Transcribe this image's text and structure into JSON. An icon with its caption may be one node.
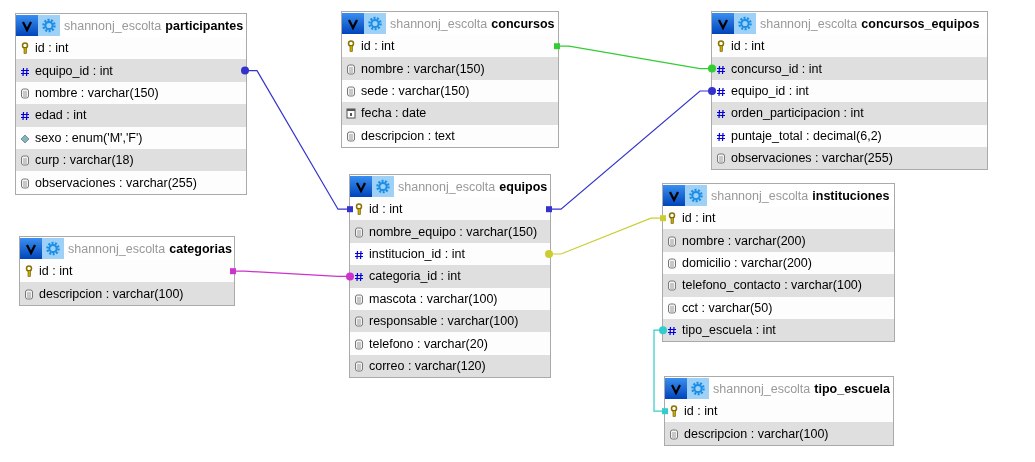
{
  "diagram": {
    "nodes": [
      {
        "text": [
          "shannonj_escolta",
          "participantes"
        ]
      },
      {
        "text": [
          "id : int"
        ],
        "in": 0
      },
      {
        "text": [
          "equipo_id : int"
        ],
        "in": 0
      },
      {
        "text": [
          "nombre : varchar(150)"
        ],
        "in": 0
      },
      {
        "text": [
          "edad : int"
        ],
        "in": 0
      },
      {
        "text": [
          "sexo : enum('M','F')"
        ],
        "in": 0
      },
      {
        "text": [
          "curp : varchar(18)"
        ],
        "in": 0
      },
      {
        "text": [
          "observaciones : varchar(255)"
        ],
        "in": 0
      },
      {
        "text": [
          "shannonj_escolta",
          "concursos"
        ]
      },
      {
        "text": [
          "id : int"
        ],
        "in": 8
      },
      {
        "text": [
          "nombre : varchar(150)"
        ],
        "in": 8
      },
      {
        "text": [
          "sede : varchar(150)"
        ],
        "in": 8
      },
      {
        "text": [
          "fecha : date"
        ],
        "in": 8
      },
      {
        "text": [
          "descripcion : text"
        ],
        "in": 8
      },
      {
        "text": [
          "shannonj_escolta",
          "concursos_equipos"
        ]
      },
      {
        "text": [
          "id : int"
        ],
        "in": 14
      },
      {
        "text": [
          "concurso_id : int"
        ],
        "in": 14
      },
      {
        "text": [
          "equipo_id : int"
        ],
        "in": 14
      },
      {
        "text": [
          "orden_participacion : int"
        ],
        "in": 14
      },
      {
        "text": [
          "puntaje_total : decimal(6,2)"
        ],
        "in": 14
      },
      {
        "text": [
          "observaciones : varchar(255)"
        ],
        "in": 14
      },
      {
        "text": [
          "shannonj_escolta",
          "equipos"
        ]
      },
      {
        "text": [
          "id : int"
        ],
        "in": 21
      },
      {
        "text": [
          "nombre_equipo : varchar(150)"
        ],
        "in": 21
      },
      {
        "text": [
          "institucion_id : int"
        ],
        "in": 21
      },
      {
        "text": [
          "categoria_id : int"
        ],
        "in": 21
      },
      {
        "text": [
          "mascota : varchar(100)"
        ],
        "in": 21
      },
      {
        "text": [
          "responsable : varchar(100)"
        ],
        "in": 21
      },
      {
        "text": [
          "telefono : varchar(20)"
        ],
        "in": 21
      },
      {
        "text": [
          "correo : varchar(120)"
        ],
        "in": 21
      },
      {
        "text": [
          "shannonj_escolta",
          "instituciones"
        ]
      },
      {
        "text": [
          "id : int"
        ],
        "in": 30
      },
      {
        "text": [
          "nombre : varchar(200)"
        ],
        "in": 30
      },
      {
        "text": [
          "domicilio : varchar(200)"
        ],
        "in": 30
      },
      {
        "text": [
          "telefono_contacto : varchar(100)"
        ],
        "in": 30
      },
      {
        "text": [
          "cct : varchar(50)"
        ],
        "in": 30
      },
      {
        "text": [
          "tipo_escuela : int"
        ],
        "in": 30
      },
      {
        "text": [
          "shannonj_escolta",
          "categorias"
        ]
      },
      {
        "text": [
          "id : int"
        ],
        "in": 37
      },
      {
        "text": [
          "descripcion : varchar(100)"
        ],
        "in": 37
      },
      {
        "text": [
          "shannonj_escolta",
          "tipo_escuela"
        ]
      },
      {
        "text": [
          "id : int"
        ],
        "in": 40
      },
      {
        "text": [
          "descripcion : varchar(100)"
        ],
        "in": 40
      }
    ],
    "edges": [
      {
        "from": 2,
        "to": 22,
        "arrow": "other"
      },
      {
        "from": 16,
        "to": 9,
        "arrow": "other",
        "color": "#33cc33"
      },
      {
        "from": 17,
        "to": 22,
        "arrow": "other"
      },
      {
        "from": 24,
        "to": 31,
        "arrow": "other",
        "color": "#cccc33"
      },
      {
        "from": 25,
        "to": 38,
        "arrow": "other",
        "color": "#cc33cc"
      },
      {
        "from": 36,
        "to": 41,
        "arrow": "other",
        "color": "#33cccc"
      }
    ]
  }
}
